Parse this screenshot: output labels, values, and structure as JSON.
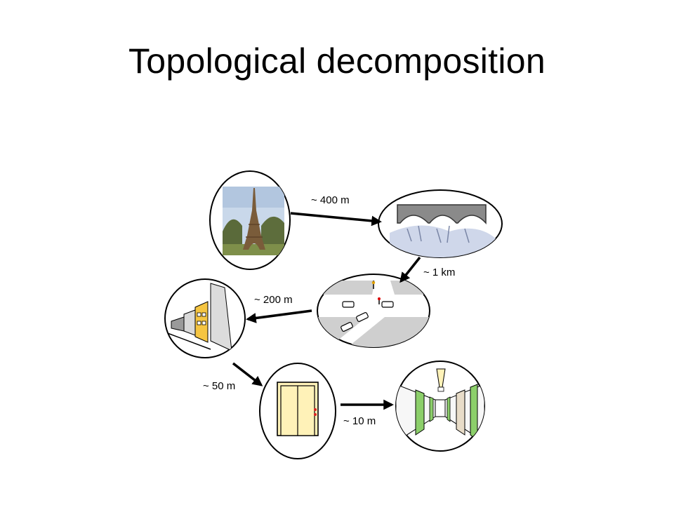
{
  "slide": {
    "title": "Topological decomposition"
  },
  "diagram": {
    "nodes": [
      {
        "name": "eiffel-tower-circle",
        "icon": "eiffel-tower-photo"
      },
      {
        "name": "bridge-circle",
        "icon": "stone-bridge"
      },
      {
        "name": "intersection-circle",
        "icon": "street-intersection"
      },
      {
        "name": "street-circle",
        "icon": "street-buildings"
      },
      {
        "name": "elevator-circle",
        "icon": "elevator-doors"
      },
      {
        "name": "corridor-circle",
        "icon": "hallway-corridor"
      }
    ],
    "edges": [
      {
        "from": "eiffel-tower-circle",
        "to": "bridge-circle",
        "label": "~ 400 m"
      },
      {
        "from": "bridge-circle",
        "to": "intersection-circle",
        "label": "~ 1 km"
      },
      {
        "from": "intersection-circle",
        "to": "street-circle",
        "label": "~ 200 m"
      },
      {
        "from": "street-circle",
        "to": "elevator-circle",
        "label": "~ 50 m"
      },
      {
        "from": "elevator-circle",
        "to": "corridor-circle",
        "label": "~ 10 m"
      }
    ]
  },
  "colors": {
    "elevator_door": "#fff2b8",
    "corridor_door": "#8ccf6a",
    "building_yellow": "#f5c542",
    "road_gray": "#cfcfcf"
  }
}
